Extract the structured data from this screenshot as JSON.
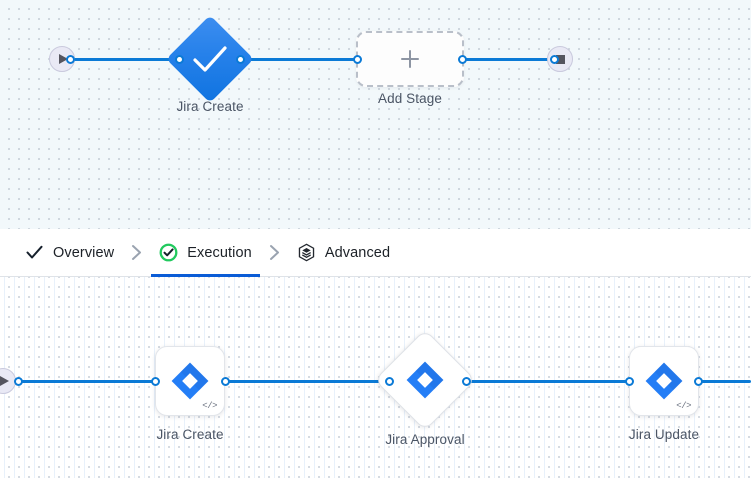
{
  "top_canvas": {
    "start_node": {
      "name": "pipeline-start",
      "icon": "play-icon"
    },
    "end_node": {
      "name": "pipeline-end",
      "icon": "stop-icon"
    },
    "stages": [
      {
        "label": "Jira Create",
        "icon": "check-icon",
        "shape": "diamond",
        "state": "success"
      }
    ],
    "add_stage": {
      "label": "Add Stage",
      "icon": "plus-icon"
    }
  },
  "tabs": {
    "items": [
      {
        "label": "Overview",
        "icon": "check-icon",
        "active": false
      },
      {
        "label": "Execution",
        "icon": "check-circle-icon",
        "active": true
      },
      {
        "label": "Advanced",
        "icon": "layers-hexagon-icon",
        "active": false
      }
    ],
    "separator_icon": "chevron-right-icon",
    "active_underline_color": "#0a5cd6",
    "active_check_color": "#21c95e"
  },
  "bottom_canvas": {
    "start_node": {
      "name": "execution-start",
      "icon": "play-icon"
    },
    "steps": [
      {
        "label": "Jira Create",
        "icon": "jira-icon",
        "shape": "square",
        "badge": "</>"
      },
      {
        "label": "Jira Approval",
        "icon": "jira-icon",
        "shape": "diamond",
        "badge": ""
      },
      {
        "label": "Jira Update",
        "icon": "jira-icon",
        "shape": "square",
        "badge": "</>"
      }
    ]
  },
  "colors": {
    "edge": "#0b7ad6",
    "jira_blue": "#2684ff",
    "stage_blue": "#2681ea",
    "label_text": "#4b5565"
  }
}
